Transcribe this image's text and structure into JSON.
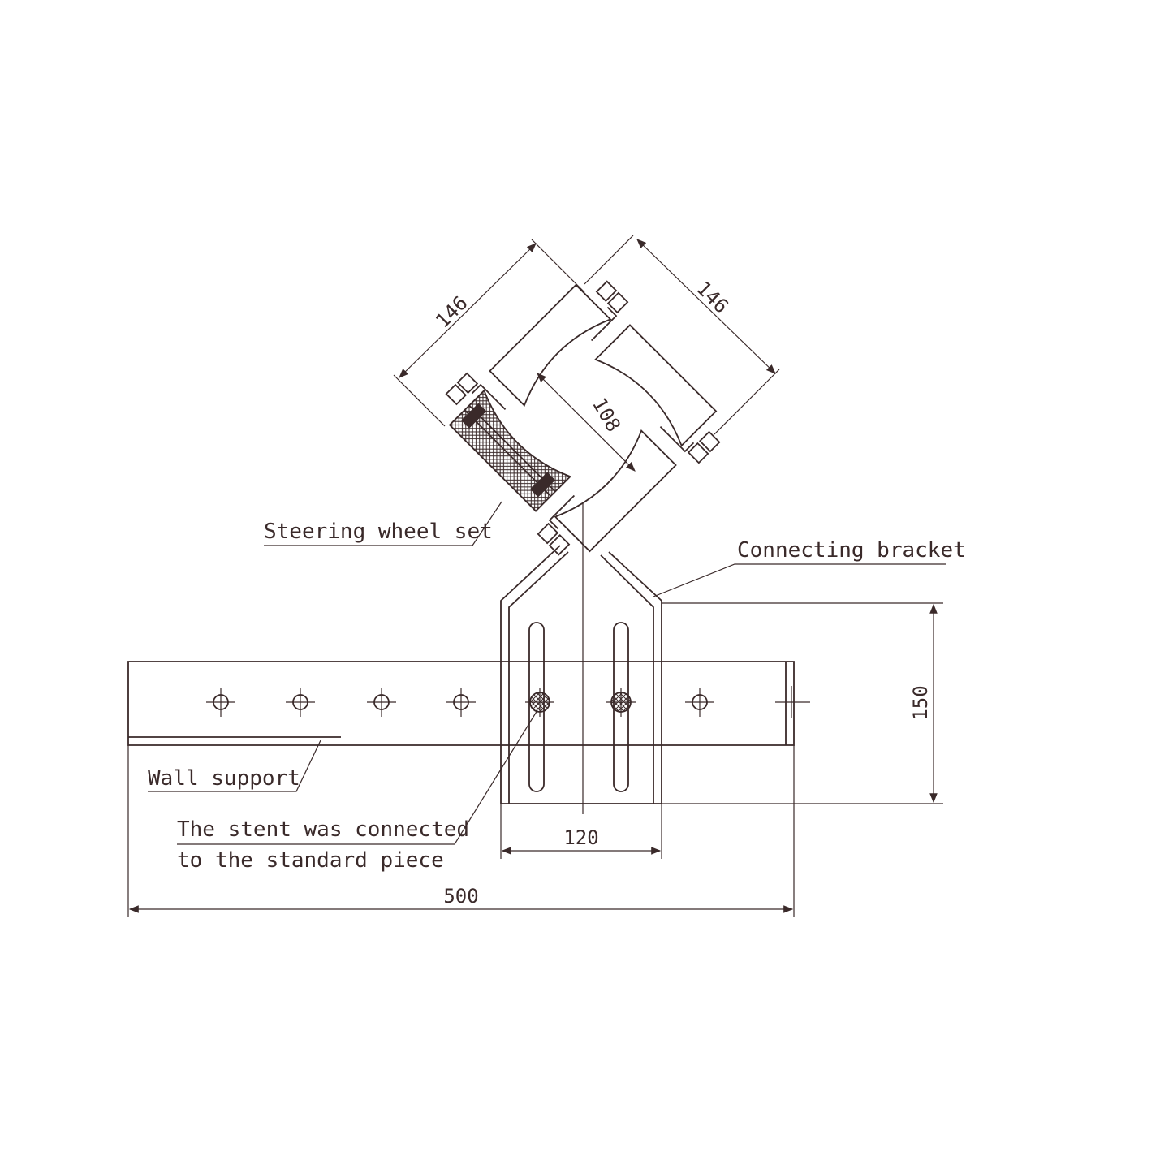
{
  "labels": {
    "steering_wheel_set": "Steering wheel set",
    "connecting_bracket": "Connecting bracket",
    "wall_support": "Wall  support",
    "stent_line1": "The stent was connected",
    "stent_line2": "to the standard piece"
  },
  "dimensions": {
    "roller_left": "146",
    "roller_right": "146",
    "inner_diameter": "108",
    "bracket_height": "150",
    "bracket_width": "120",
    "total_length": "500"
  },
  "colors": {
    "line": "#3a2a2a",
    "background": "#ffffff"
  }
}
